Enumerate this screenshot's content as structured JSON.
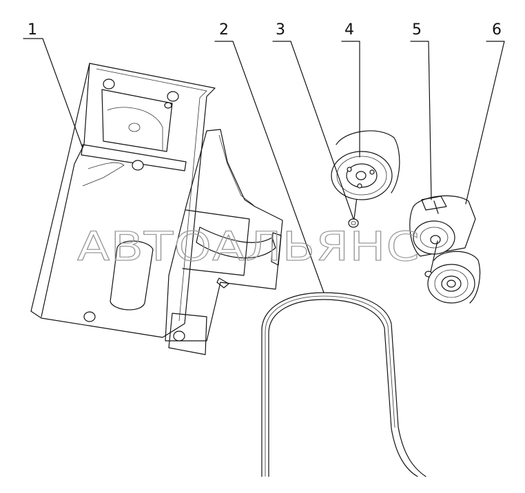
{
  "callouts": [
    {
      "num": "1",
      "part": "bracket"
    },
    {
      "num": "2",
      "part": "belt"
    },
    {
      "num": "3",
      "part": "bolt"
    },
    {
      "num": "4",
      "part": "idler-pulley"
    },
    {
      "num": "5",
      "part": "tensioner"
    },
    {
      "num": "6",
      "part": "tensioner-pulley"
    }
  ],
  "watermark": "АВТОАЛЬЯНС"
}
